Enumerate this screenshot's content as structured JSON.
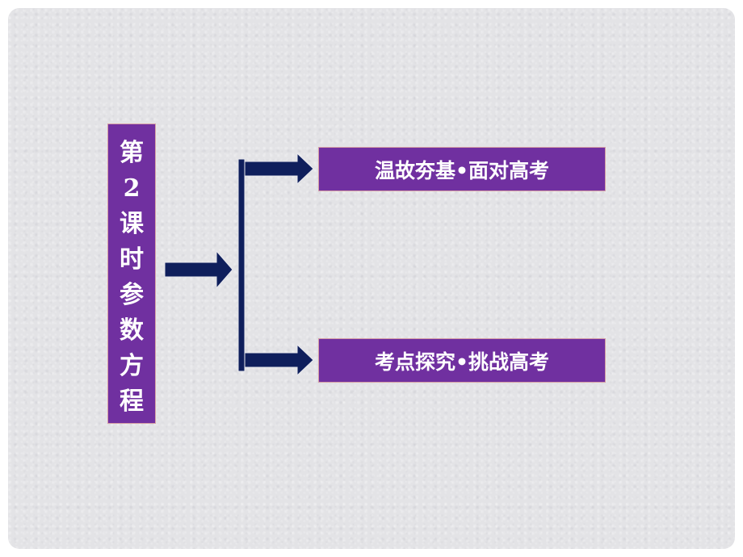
{
  "slide": {
    "title": "第2课时参数方程",
    "topics": [
      {
        "label": "温故夯基•面对高考"
      },
      {
        "label": "考点探究•挑战高考"
      }
    ]
  },
  "colors": {
    "box_fill": "#7030a0",
    "box_border": "#d6a0a6",
    "arrow": "#0f1f5c",
    "background": "#e3e3e6"
  }
}
